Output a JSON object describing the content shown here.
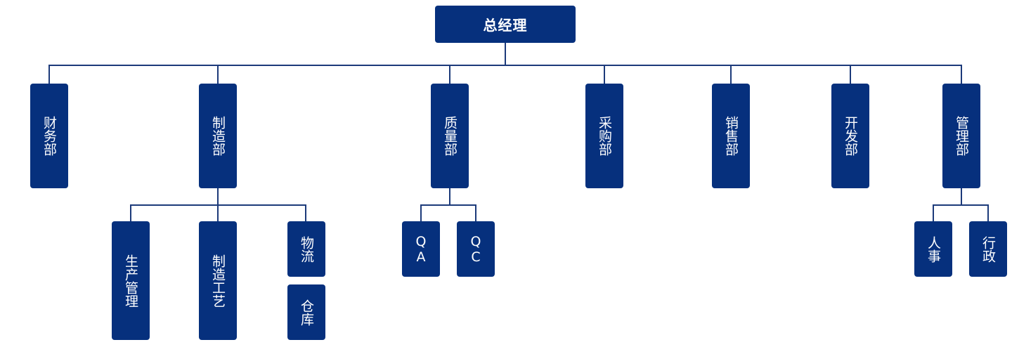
{
  "colors": {
    "node_bg": "#06307d",
    "node_text": "#ffffff",
    "connector": "#1c3a7a"
  },
  "root": {
    "label": "总经理"
  },
  "departments": {
    "finance": "财务部",
    "manufacturing": "制造部",
    "quality": "质量部",
    "purchasing": "采购部",
    "sales": "销售部",
    "development": "开发部",
    "management": "管理部"
  },
  "sub_units": {
    "production_mgmt": "生产管理",
    "mfg_process": "制造工艺",
    "logistics": "物流",
    "warehouse": "仓库",
    "qa": "QA",
    "qc": "QC",
    "hr": "人事",
    "admin": "行政"
  }
}
